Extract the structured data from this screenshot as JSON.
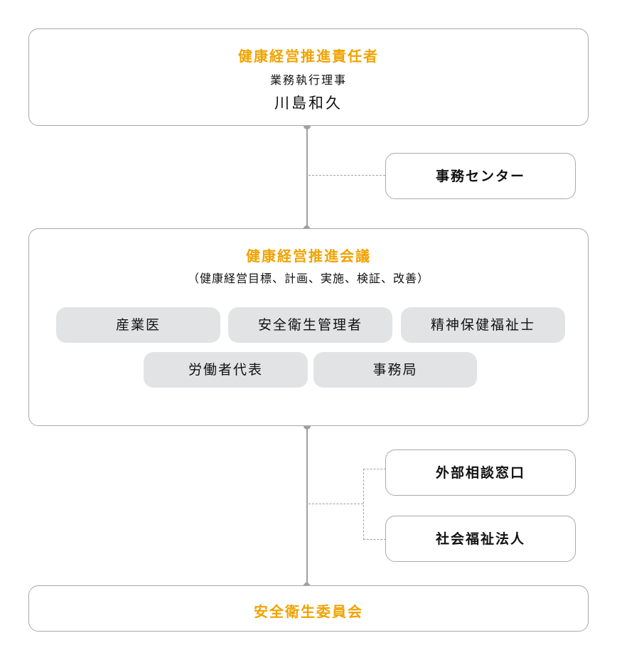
{
  "top": {
    "title": "健康経営推進責任者",
    "role": "業務執行理事",
    "name": "川島和久"
  },
  "office": "事務センター",
  "council": {
    "title": "健康経営推進会議",
    "subtitle": "（健康経営目標、計画、実施、検証、改善）",
    "members": [
      "産業医",
      "安全衛生管理者",
      "精神保健福祉士",
      "労働者代表",
      "事務局"
    ]
  },
  "external": [
    "外部相談窓口",
    "社会福祉法人"
  ],
  "bottom": {
    "title": "安全衛生委員会"
  },
  "colors": {
    "accent": "#f0a300",
    "pill": "#e2e3e5",
    "line": "#a0a0a0"
  }
}
